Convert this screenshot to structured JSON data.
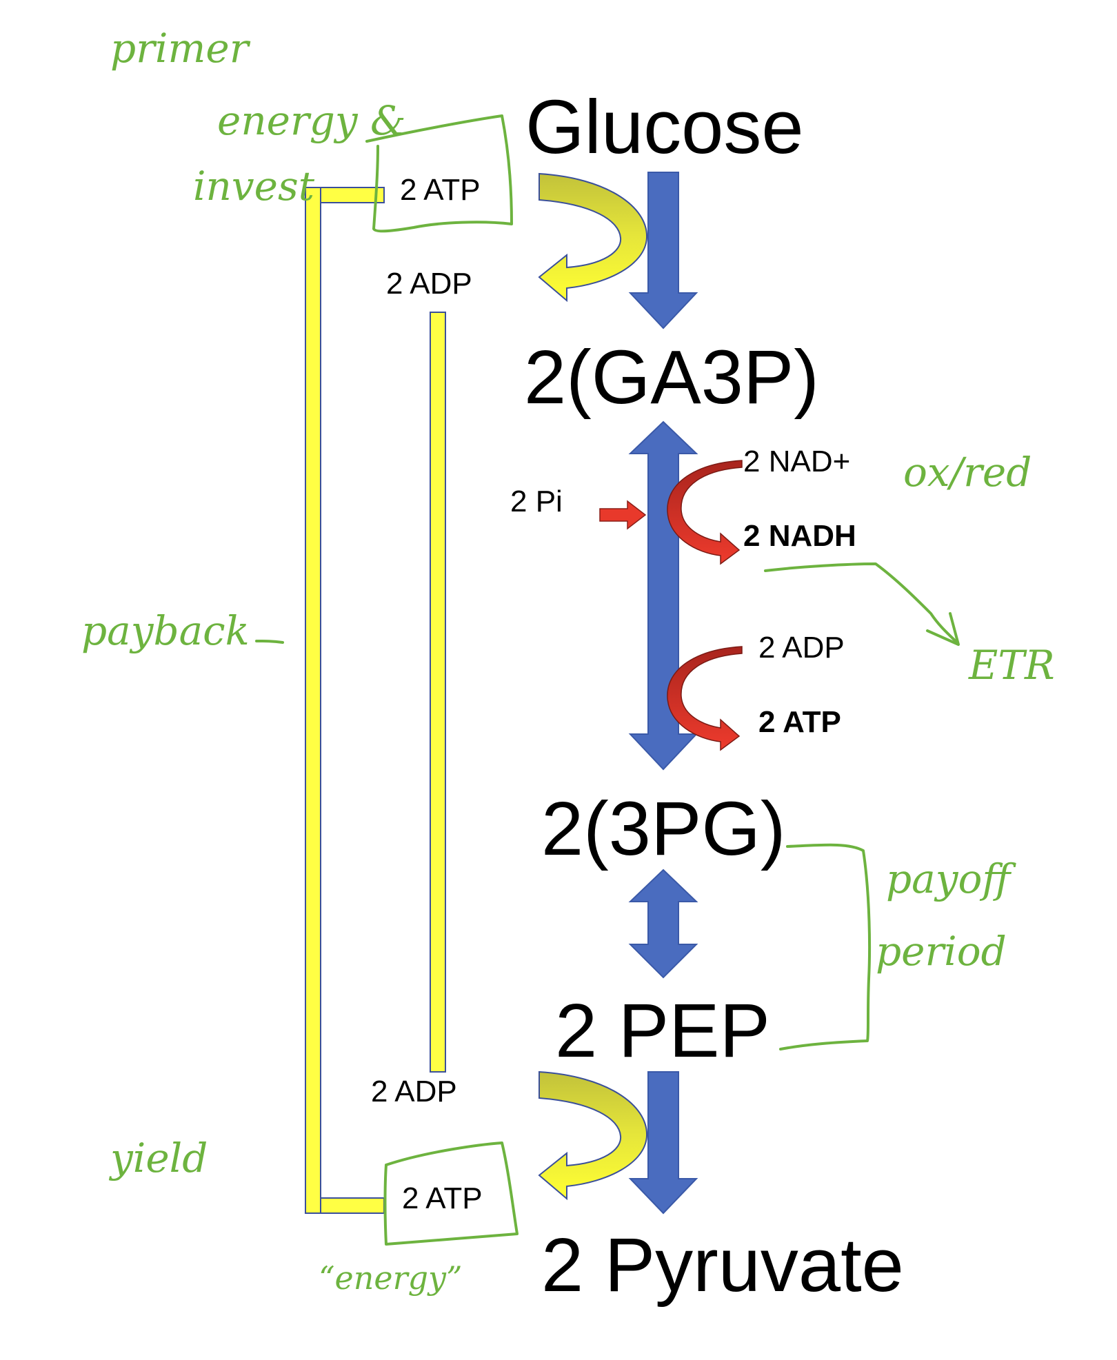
{
  "metabolites": {
    "glucose": "Glucose",
    "ga3p": "2(GA3P)",
    "pg3": "2(3PG)",
    "pep": "2 PEP",
    "pyruvate": "2 Pyruvate"
  },
  "cofactors": {
    "top_atp": "2 ATP",
    "top_adp": "2 ADP",
    "pi": "2 Pi",
    "nad_plus": "2 NAD+",
    "nadh": "2 NADH",
    "mid_adp": "2 ADP",
    "mid_atp": "2 ATP",
    "bottom_adp": "2 ADP",
    "bottom_atp": "2 ATP"
  },
  "annotations": {
    "primer_energy_investment": [
      "primer",
      "energy &",
      "invest"
    ],
    "payback": "payback",
    "ox_red": "ox/red",
    "etr": "ETR",
    "payoff_period": [
      "payoff",
      "period"
    ],
    "yield": "yield",
    "energy_quote": "“energy”"
  },
  "colors": {
    "main_arrow": "#4a6cbf",
    "atp_arrow_yellow": "#ffff33",
    "atp_arrow_olive": "#c8c83c",
    "redox_arrow_red": "#e8392b",
    "redox_arrow_dark": "#b02820",
    "payback_bar": "#ffff44",
    "handwriting": "#6db33f"
  }
}
